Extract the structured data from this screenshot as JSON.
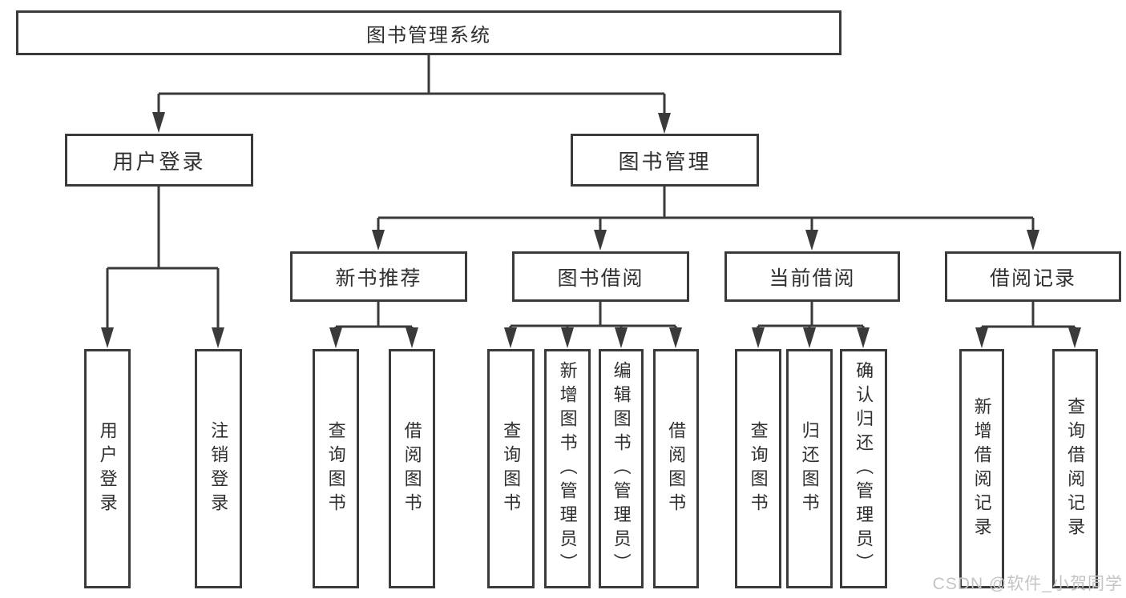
{
  "diagram_type": "hierarchy-tree",
  "tree": {
    "label": "图书管理系统",
    "children": [
      {
        "label": "用户登录",
        "children": [
          {
            "label": "用户登录"
          },
          {
            "label": "注销登录"
          }
        ]
      },
      {
        "label": "图书管理",
        "children": [
          {
            "label": "新书推荐",
            "children": [
              {
                "label": "查询图书"
              },
              {
                "label": "借阅图书"
              }
            ]
          },
          {
            "label": "图书借阅",
            "children": [
              {
                "label": "查询图书"
              },
              {
                "label": "新增图书（管理员）"
              },
              {
                "label": "编辑图书（管理员）"
              },
              {
                "label": "借阅图书"
              }
            ]
          },
          {
            "label": "当前借阅",
            "children": [
              {
                "label": "查询图书"
              },
              {
                "label": "归还图书"
              },
              {
                "label": "确认归还（管理员）"
              }
            ]
          },
          {
            "label": "借阅记录",
            "children": [
              {
                "label": "新增借阅记录"
              },
              {
                "label": "查询借阅记录"
              }
            ]
          }
        ]
      }
    ]
  },
  "watermark": {
    "text": "CSDN @软件_小贺同学"
  },
  "colors": {
    "line": "#3a3a3a",
    "text": "#2f2f2f",
    "box_background": "#ffffff",
    "watermark": "#c4c4c4",
    "page_background": "#ffffff"
  }
}
